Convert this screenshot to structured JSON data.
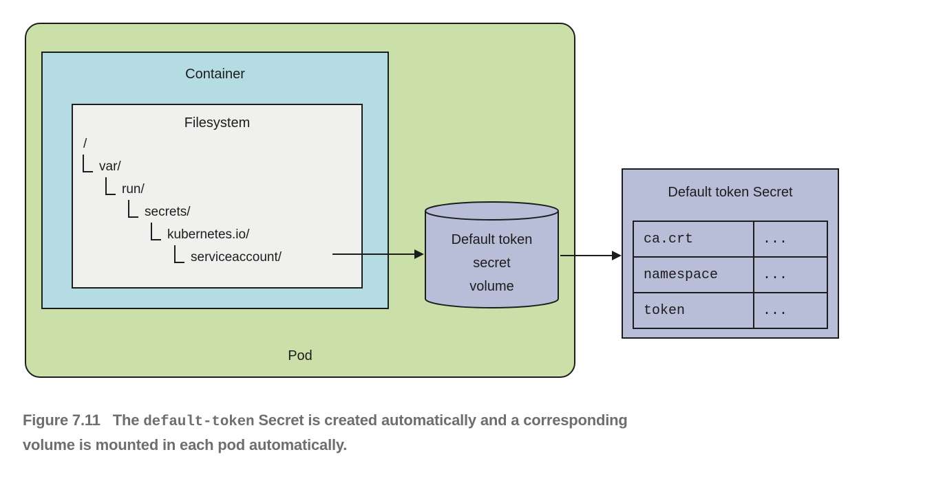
{
  "diagram": {
    "pod_label": "Pod",
    "container_label": "Container",
    "filesystem": {
      "label": "Filesystem",
      "tree": [
        {
          "name": "/"
        },
        {
          "name": "var/"
        },
        {
          "name": "run/"
        },
        {
          "name": "secrets/"
        },
        {
          "name": "kubernetes.io/"
        },
        {
          "name": "serviceaccount/"
        }
      ]
    },
    "volume": {
      "label": "Default token\nsecret\nvolume"
    },
    "secret": {
      "title": "Default token Secret",
      "rows": [
        {
          "key": "ca.crt",
          "value": "..."
        },
        {
          "key": "namespace",
          "value": "..."
        },
        {
          "key": "token",
          "value": "..."
        }
      ]
    },
    "colors": {
      "pod_green": "#cbdfa8",
      "container_blue": "#b4dce2",
      "filesystem_gray": "#f0f0ee",
      "secret_purple": "#b8bdd8",
      "line_black": "#1c1c1c",
      "caption_gray": "#6e6e6e"
    }
  },
  "caption": {
    "label": "Figure 7.11",
    "pre": "The ",
    "code": "default-token",
    "post_line1": " Secret is created automatically and a corresponding",
    "line2": "volume is mounted in each pod automatically."
  }
}
